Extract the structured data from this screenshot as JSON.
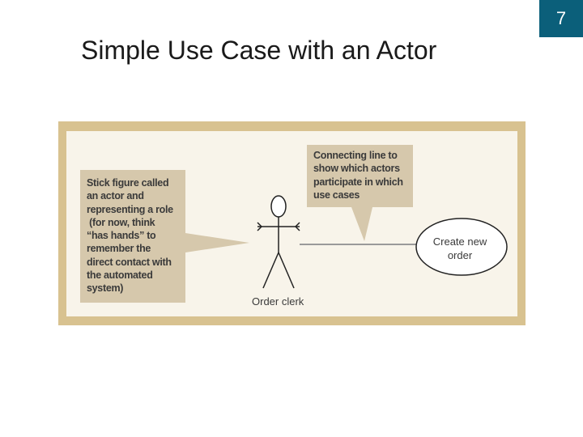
{
  "slide": {
    "page_number": "7",
    "title": "Simple Use Case with an Actor"
  },
  "diagram": {
    "actor_callout": [
      "Stick figure called",
      "an actor and",
      "representing a role",
      " (for now, think",
      "“has hands” to",
      "remember the",
      "direct contact with",
      "the automated",
      "system)"
    ],
    "line_callout": [
      "Connecting line to",
      "show which actors",
      "participate in which",
      "use cases"
    ],
    "actor_name": "Order clerk",
    "use_case": [
      "Create new",
      "order"
    ]
  },
  "colors": {
    "frame": "#d8c290",
    "panel": "#f8f4ea",
    "callout": "#d6c8ac",
    "page_badge": "#0b5f7a"
  }
}
